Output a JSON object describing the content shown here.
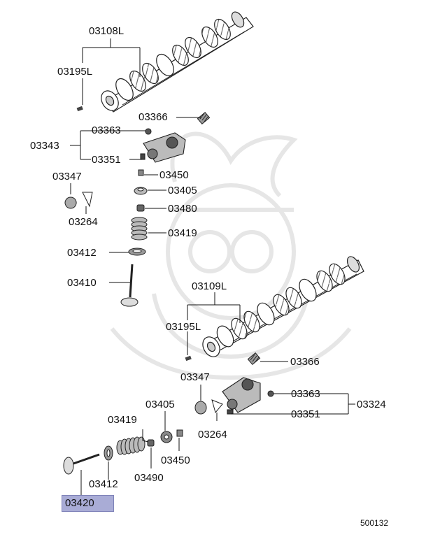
{
  "colors": {
    "highlight": "#a9acd6",
    "ink": "#111111",
    "watermark": "#e6e6e6"
  },
  "labels": {
    "upper": {
      "camshaft": "03108L",
      "key": "03195L",
      "adjuster": "03366",
      "rocker_assy": "03343",
      "nut": "03363",
      "screw": "03351",
      "seal_left": "03347",
      "gasket_left": "03264",
      "cotter": "03450",
      "retainer": "03405",
      "stem_seal": "03480",
      "spring": "03419",
      "seat": "03412",
      "valve": "03410"
    },
    "lower": {
      "camshaft": "03109L",
      "key": "03195L",
      "adjuster": "03366",
      "seal": "03347",
      "gasket": "03264",
      "nut": "03363",
      "rocker_assy": "03324",
      "screw": "03351",
      "retainer": "03405",
      "spring": "03419",
      "cotter": "03450",
      "stem_seal": "03490",
      "seat": "03412",
      "valve_highlighted": "03420"
    }
  },
  "diagram_ref": "500132"
}
